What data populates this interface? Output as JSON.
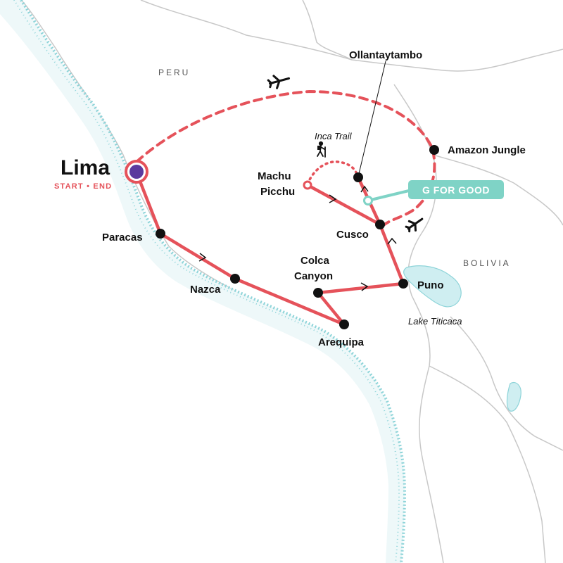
{
  "map": {
    "countries": [
      "PERU",
      "BOLIVIA"
    ],
    "start": {
      "name": "Lima",
      "tag": "START • END"
    },
    "cities": [
      {
        "key": "paracas",
        "name": "Paracas"
      },
      {
        "key": "nazca",
        "name": "Nazca"
      },
      {
        "key": "arequipa",
        "name": "Arequipa"
      },
      {
        "key": "colca1",
        "name": "Colca"
      },
      {
        "key": "colca2",
        "name": "Canyon"
      },
      {
        "key": "puno",
        "name": "Puno"
      },
      {
        "key": "cusco",
        "name": "Cusco"
      },
      {
        "key": "machu1",
        "name": "Machu"
      },
      {
        "key": "machu2",
        "name": "Picchu"
      },
      {
        "key": "ollantaytambo",
        "name": "Ollantaytambo"
      },
      {
        "key": "amazon",
        "name": "Amazon Jungle"
      }
    ],
    "features": {
      "inca_trail": "Inca Trail",
      "lake": "Lake Titicaca"
    },
    "badge": "G FOR GOOD",
    "colors": {
      "route": "#e5525a",
      "marker": "#111111",
      "start_fill": "#5b3a9e",
      "badge": "#7fd3c6",
      "coast": "#8ed4d9",
      "border": "#c8c8c8"
    }
  }
}
